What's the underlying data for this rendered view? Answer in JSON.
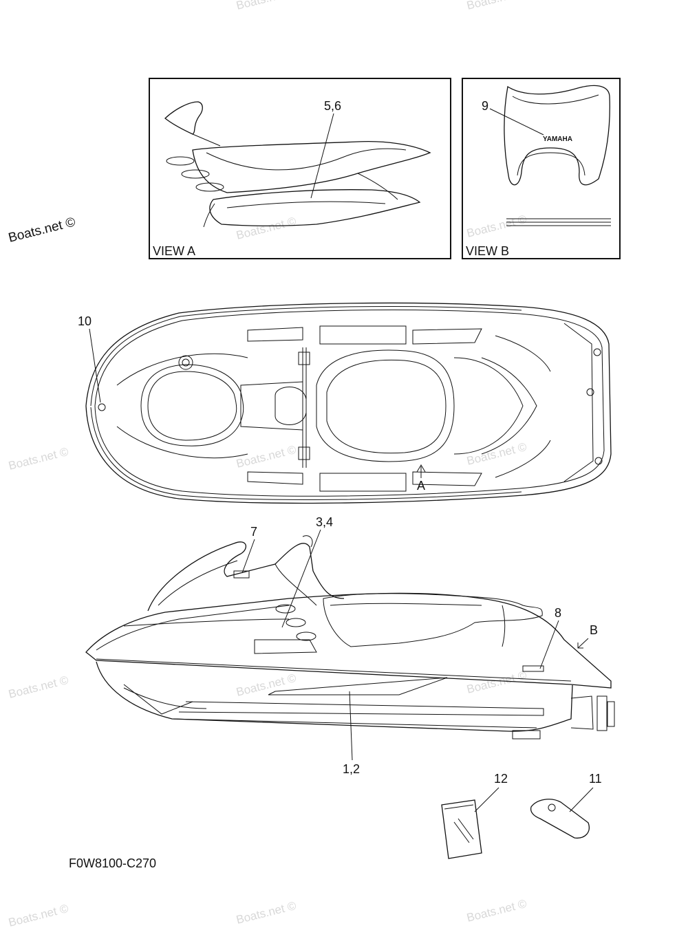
{
  "watermark": "Boats.net ©",
  "views": {
    "a_label": "VIEW A",
    "b_label": "VIEW B",
    "brand_text": "YAMAHA"
  },
  "callouts": {
    "c56": "5,6",
    "c9": "9",
    "c10": "10",
    "c7": "7",
    "c34": "3,4",
    "c8": "8",
    "c12": "1,2",
    "c12b": "12",
    "c11": "11"
  },
  "markers": {
    "view_a_arrow": "A",
    "view_b_arrow": "B"
  },
  "drawing_code": "F0W8100-C270"
}
